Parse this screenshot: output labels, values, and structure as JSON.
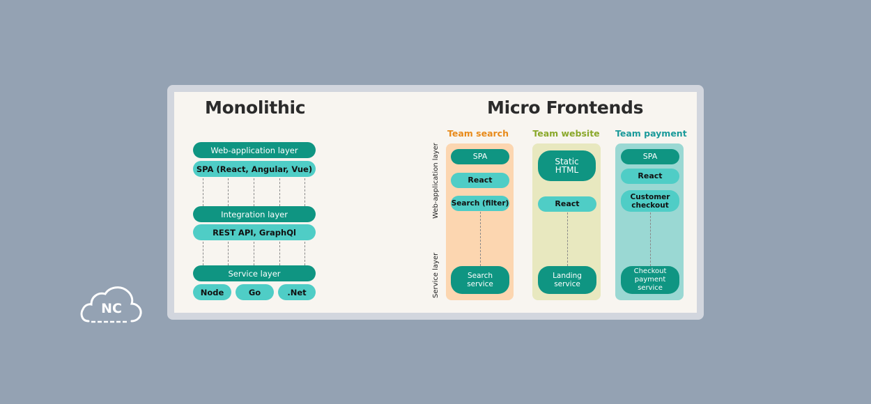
{
  "monolithic": {
    "title": "Monolithic",
    "web_layer": "Web-application layer",
    "spa": "SPA (React, Angular, Vue)",
    "integration_layer": "Integration layer",
    "api": "REST API, GraphQl",
    "service_layer": "Service layer",
    "services": [
      "Node",
      "Go",
      ".Net"
    ]
  },
  "micro": {
    "title": "Micro Frontends",
    "axis_web": "Web-application layer",
    "axis_service": "Service layer",
    "teams": [
      {
        "name": "Team search",
        "color": "#e88a1a",
        "bg": "#fcd6b0",
        "items": [
          "SPA",
          "React",
          "Search (filter)"
        ],
        "service": "Search service"
      },
      {
        "name": "Team website",
        "color": "#8aa82a",
        "bg": "#e8e8bf",
        "items": [
          "Static HTML",
          "React"
        ],
        "service": "Landing service"
      },
      {
        "name": "Team payment",
        "color": "#1a9a9a",
        "bg": "#9ad8d3",
        "items": [
          "SPA",
          "React",
          "Customer checkout"
        ],
        "service": "Checkout payment service"
      }
    ]
  },
  "logo": {
    "text": "NC",
    "icon": "cloud-icon"
  }
}
